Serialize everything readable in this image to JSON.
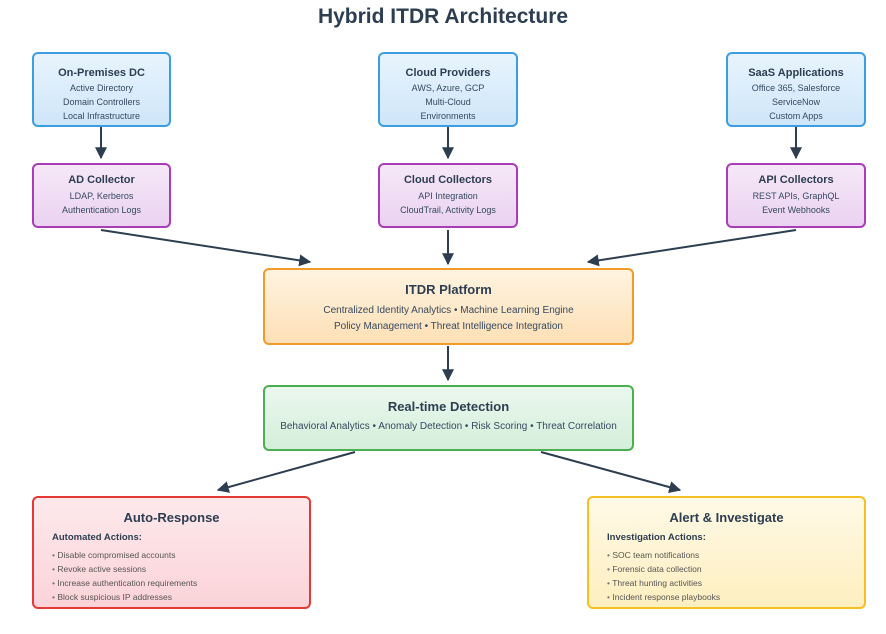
{
  "title": "Hybrid ITDR Architecture",
  "sources": [
    {
      "title": "On-Premises DC",
      "lines": [
        "Active Directory",
        "Domain Controllers",
        "Local Infrastructure"
      ]
    },
    {
      "title": "Cloud Providers",
      "lines": [
        "AWS, Azure, GCP",
        "Multi-Cloud",
        "Environments"
      ]
    },
    {
      "title": "SaaS Applications",
      "lines": [
        "Office 365, Salesforce",
        "ServiceNow",
        "Custom Apps"
      ]
    }
  ],
  "collectors": [
    {
      "title": "AD Collector",
      "lines": [
        "LDAP, Kerberos",
        "Authentication Logs"
      ]
    },
    {
      "title": "Cloud Collectors",
      "lines": [
        "API Integration",
        "CloudTrail, Activity Logs"
      ]
    },
    {
      "title": "API Collectors",
      "lines": [
        "REST APIs, GraphQL",
        "Event Webhooks"
      ]
    }
  ],
  "platform": {
    "title": "ITDR Platform",
    "lines": [
      "Centralized Identity Analytics • Machine Learning Engine",
      "Policy Management • Threat Intelligence Integration"
    ]
  },
  "detection": {
    "title": "Real-time Detection",
    "line": "Behavioral Analytics • Anomaly Detection • Risk Scoring • Threat Correlation"
  },
  "auto_response": {
    "title": "Auto-Response",
    "subtitle": "Automated Actions:",
    "items": [
      "Disable compromised accounts",
      "Revoke active sessions",
      "Increase authentication requirements",
      "Block suspicious IP addresses"
    ]
  },
  "alert": {
    "title": "Alert & Investigate",
    "subtitle": "Investigation Actions:",
    "items": [
      "SOC team notifications",
      "Forensic data collection",
      "Threat hunting activities",
      "Incident response playbooks"
    ]
  },
  "colors": {
    "arrow": "#2c3e50"
  }
}
